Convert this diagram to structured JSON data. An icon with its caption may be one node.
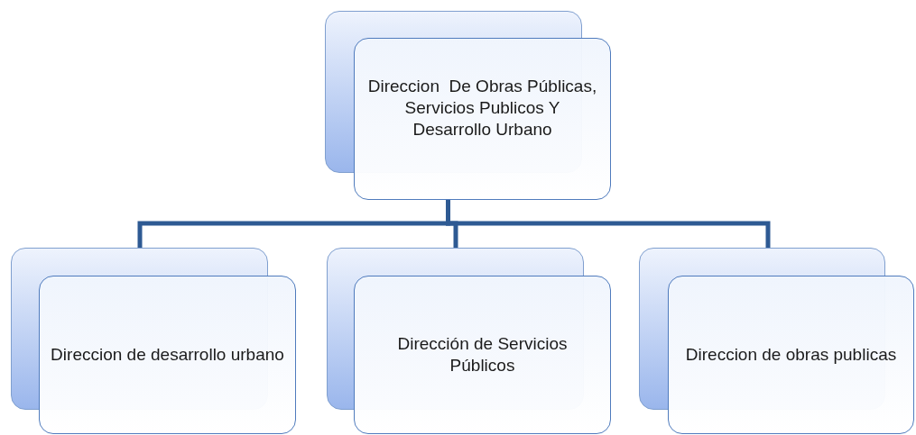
{
  "diagram": {
    "nodes": [
      {
        "text": [
          "Direccion  De Obras Públicas, Servicios Publicos Y Desarrollo Urbano"
        ]
      },
      {
        "text": [
          "Direccion de desarrollo urbano"
        ]
      },
      {
        "text": [
          "Dirección de Servicios Públicos"
        ]
      },
      {
        "text": [
          "Direccion de obras publicas"
        ]
      }
    ],
    "edges": [
      {
        "from": 0,
        "to": 1,
        "arrow": "none"
      },
      {
        "from": 0,
        "to": 2,
        "arrow": "none"
      },
      {
        "from": 0,
        "to": 3,
        "arrow": "none"
      }
    ]
  }
}
